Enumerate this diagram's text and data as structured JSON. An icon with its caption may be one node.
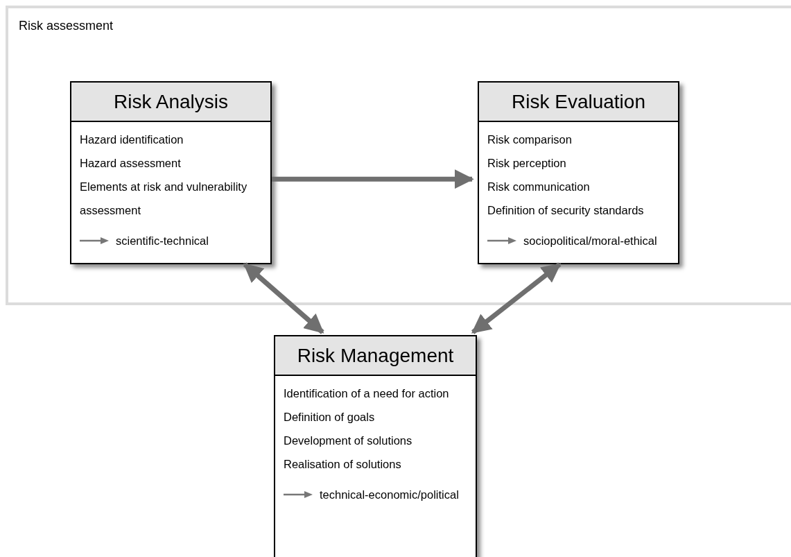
{
  "diagram": {
    "nodes": [
      {
        "text": [
          "Risk assessment"
        ]
      },
      {
        "text": [
          "Risk Analysis",
          "Hazard identification",
          "Hazard assessment",
          "Elements at risk and vulnerability assessment",
          "scientific-technical"
        ],
        "in": 0
      },
      {
        "text": [
          "Risk Evaluation",
          "Risk comparison",
          "Risk perception",
          "Risk communication",
          "Definition of security standards",
          "sociopolitical/moral-ethical"
        ],
        "in": 0
      },
      {
        "text": [
          "Risk Management",
          "Identification of a need for action",
          "Definition of goals",
          "Development of solutions",
          "Realisation of solutions",
          "technical-economic/political"
        ]
      }
    ],
    "edges": [
      {
        "from": 1,
        "to": 2,
        "arrow": "to"
      },
      {
        "from": 1,
        "to": 3,
        "arrow": "both"
      },
      {
        "from": 2,
        "to": 3,
        "arrow": "both"
      }
    ]
  }
}
